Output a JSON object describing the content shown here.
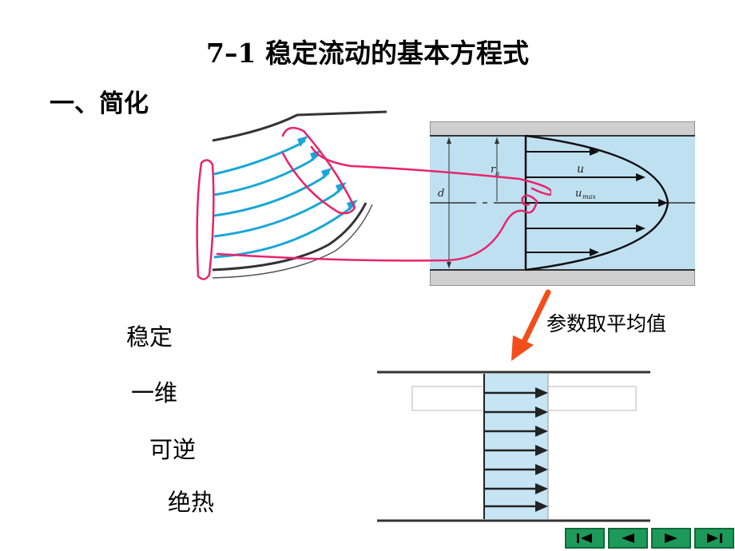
{
  "title": "7–1  稳定流动的基本方程式",
  "section_heading": "一、简化",
  "pipe_figure": {
    "labels": {
      "diameter": "d",
      "radius": "r",
      "radius_sub": "0",
      "velocity": "u",
      "max_velocity": "u",
      "max_velocity_sub": "max"
    }
  },
  "keywords": [
    "稳定",
    "一维",
    "可逆",
    "绝热"
  ],
  "average_note": "参数取平均值",
  "colors": {
    "annotation_pen": "#e8236b",
    "streamline": "#19a6d8",
    "fluid_fill": "#bfe0f1",
    "pipe_wall": "#cfcfcf",
    "arrow_orange": "#f24d1a",
    "nav_green": "#1d9a5a"
  },
  "nav": [
    {
      "icon": "first-slide-icon"
    },
    {
      "icon": "previous-slide-icon"
    },
    {
      "icon": "next-slide-icon"
    },
    {
      "icon": "last-slide-icon"
    }
  ]
}
